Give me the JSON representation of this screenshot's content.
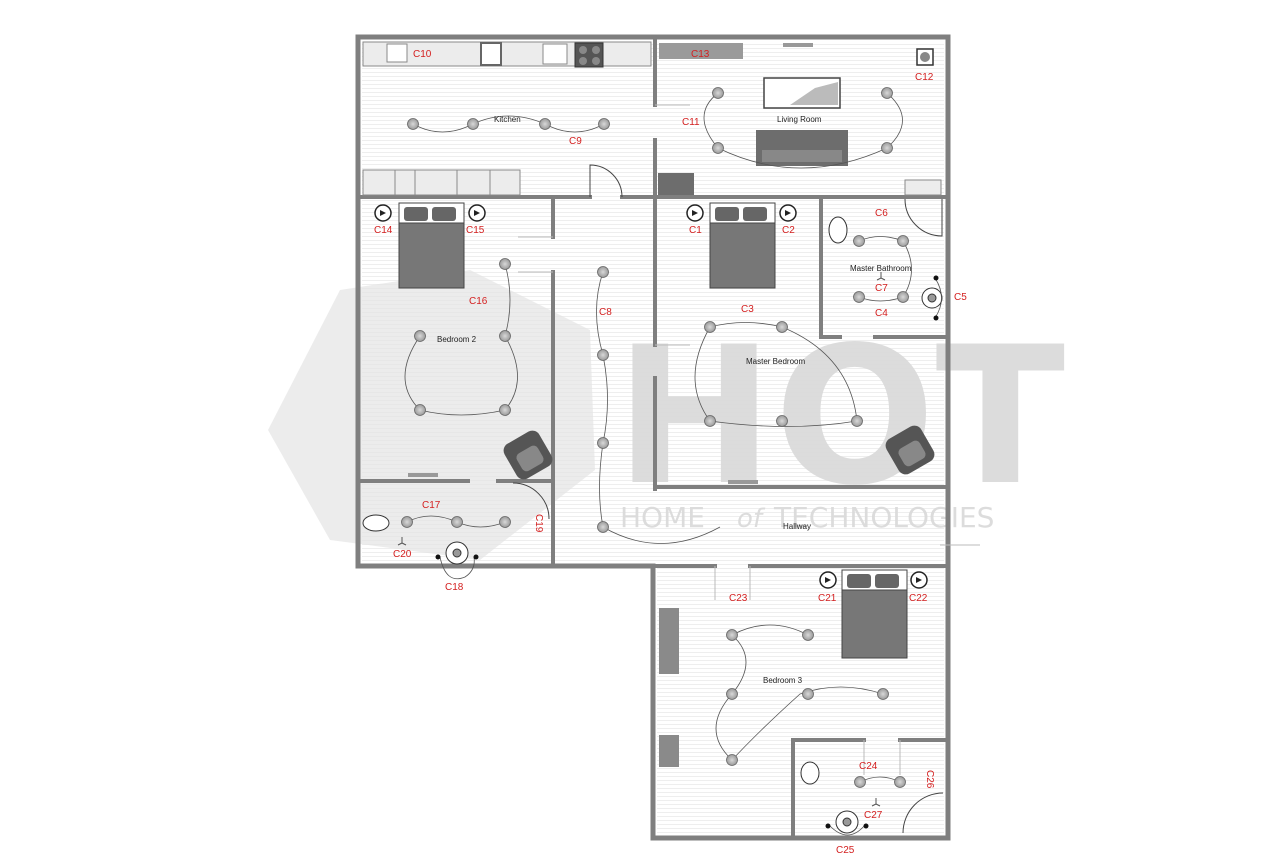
{
  "watermark": {
    "logo_text": "HOT",
    "tagline_prefix": "HOME",
    "tagline_of": "of",
    "tagline_suffix": "TECHNOLOGIES"
  },
  "rooms": {
    "kitchen": "Kitchen",
    "living_room": "Living Room",
    "master_bathroom": "Master Bathroom",
    "master_bedroom": "Master Bedroom",
    "bedroom_2": "Bedroom 2",
    "hallway": "Hallway",
    "bedroom_3": "Bedroom 3"
  },
  "circuits": {
    "c1": "C1",
    "c2": "C2",
    "c3": "C3",
    "c4": "C4",
    "c5": "C5",
    "c6": "C6",
    "c7": "C7",
    "c8": "C8",
    "c9": "C9",
    "c10": "C10",
    "c11": "C11",
    "c12": "C12",
    "c13": "C13",
    "c14": "C14",
    "c15": "C15",
    "c16": "C16",
    "c17": "C17",
    "c18": "C18",
    "c19": "C19",
    "c20": "C20",
    "c21": "C21",
    "c22": "C22",
    "c23": "C23",
    "c24": "C24",
    "c25": "C25",
    "c26": "C26",
    "c27": "C27"
  },
  "colors": {
    "wall": "#7f7f7f",
    "floor_stripe": "#f0f0f0",
    "fixture": "#8a8a8a",
    "light": "#c9c9c9",
    "label_red": "#d42020",
    "watermark": "#d9d9d9"
  }
}
